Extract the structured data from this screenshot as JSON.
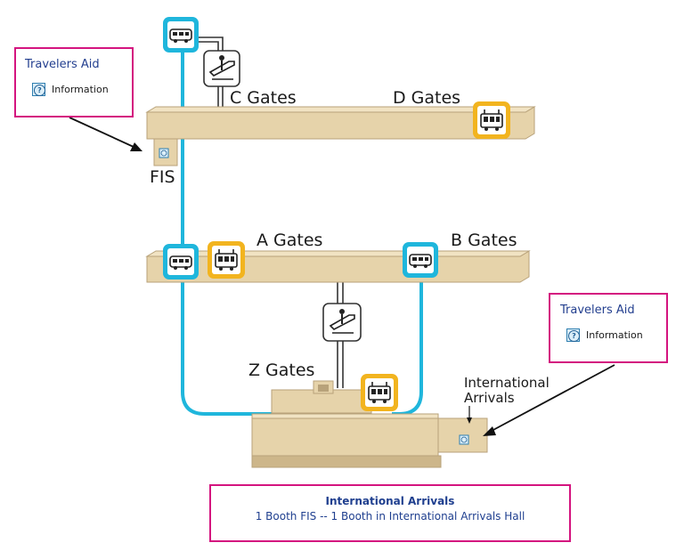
{
  "colors": {
    "concourse_fill": "#e6d3aa",
    "concourse_edge": "#b8a27a",
    "shuttle_route": "#1fb6dc",
    "walkway": "#333333",
    "callout_border": "#d4147f",
    "callout_text": "#233f8f"
  },
  "gates": {
    "c": "C Gates",
    "d": "D Gates",
    "a": "A Gates",
    "b": "B Gates",
    "z": "Z Gates"
  },
  "labels": {
    "fis": "FIS",
    "intl_arrivals_line1": "International",
    "intl_arrivals_line2": "Arrivals"
  },
  "callouts": {
    "left": {
      "title": "Travelers Aid",
      "info": "Information"
    },
    "right": {
      "title": "Travelers Aid",
      "info": "Information"
    }
  },
  "caption": {
    "title": "International Arrivals",
    "subtitle": "1 Booth FIS -- 1 Booth in International Arrivals Hall"
  },
  "icons": {
    "shuttle_bus": [
      "shuttle-bus-icon-top",
      "shuttle-bus-icon-a",
      "shuttle-bus-icon-b"
    ],
    "people_mover": [
      "people-mover-icon-d",
      "people-mover-icon-a",
      "people-mover-icon-z"
    ],
    "moving_walkway": [
      "moving-walkway-icon-c",
      "moving-walkway-icon-ab"
    ],
    "information": [
      "info-booth-icon-fis",
      "info-booth-icon-intl"
    ]
  }
}
